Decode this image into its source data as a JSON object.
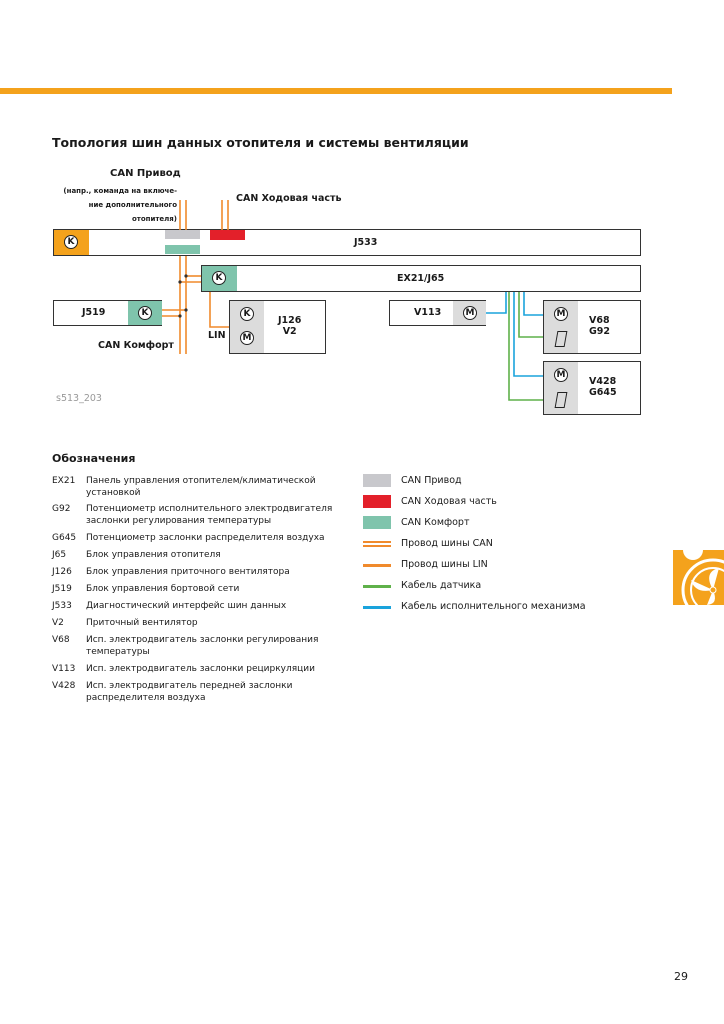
{
  "title": "Топология шин данных отопителя и системы вентиляции",
  "diagram": {
    "bus_labels": {
      "can_drive": "CAN Привод",
      "can_drive_note_1": "(напр., команда на включе-",
      "can_drive_note_2": "ние дополнительного",
      "can_drive_note_3": "отопителя)",
      "can_chassis": "CAN Ходовая часть",
      "can_comfort": "CAN Комфорт",
      "lin": "LIN"
    },
    "units": {
      "j533": "J533",
      "ex21": "EX21/J65",
      "j519": "J519",
      "j126": "J126",
      "v2": "V2",
      "v113": "V113",
      "v68": "V68",
      "g92": "G92",
      "v428": "V428",
      "g645": "G645"
    },
    "motor_symbol": "M",
    "caption": "s513_203"
  },
  "legend": {
    "title": "Обозначения",
    "items": [
      {
        "code": "EX21",
        "desc": "Панель управления отопителем/климатической установкой"
      },
      {
        "code": "G92",
        "desc": "Потенциометр исполнительного электродвигателя заслонки регулирования температуры"
      },
      {
        "code": "G645",
        "desc": "Потенциометр заслонки распределителя воздуха"
      },
      {
        "code": "J65",
        "desc": "Блок управления отопителя"
      },
      {
        "code": "J126",
        "desc": "Блок управления приточного вентилятора"
      },
      {
        "code": "J519",
        "desc": "Блок управления бортовой сети"
      },
      {
        "code": "J533",
        "desc": "Диагностический интерфейс шин данных"
      },
      {
        "code": "V2",
        "desc": "Приточный вентилятор"
      },
      {
        "code": "V68",
        "desc": "Исп. электродвигатель заслонки регулирования температуры"
      },
      {
        "code": "V113",
        "desc": "Исп. электродвигатель заслонки рециркуляции"
      },
      {
        "code": "V428",
        "desc": "Исп. электродвигатель передней заслонки распределителя воздуха"
      }
    ]
  },
  "key": [
    {
      "label": "CAN Привод",
      "type": "block",
      "color": "#c8c8cc"
    },
    {
      "label": "CAN Ходовая часть",
      "type": "block",
      "color": "#e3202a"
    },
    {
      "label": "CAN Комфорт",
      "type": "block",
      "color": "#7fc4ac"
    },
    {
      "label": "Провод шины CAN",
      "type": "double",
      "color": "#f08a2c"
    },
    {
      "label": "Провод шины LIN",
      "type": "single",
      "color": "#f08a2c"
    },
    {
      "label": "Кабель датчика",
      "type": "single",
      "color": "#5fb14a"
    },
    {
      "label": "Кабель исполнительного механизма",
      "type": "single",
      "color": "#1aa3dc"
    }
  ],
  "page_number": "29",
  "colors": {
    "accent": "#f4a21c",
    "can_wire": "#f08a2c",
    "sensor": "#5fb14a",
    "actuator": "#1aa3dc",
    "comfort": "#7fc4ac",
    "gray": "#dcdcdc"
  }
}
